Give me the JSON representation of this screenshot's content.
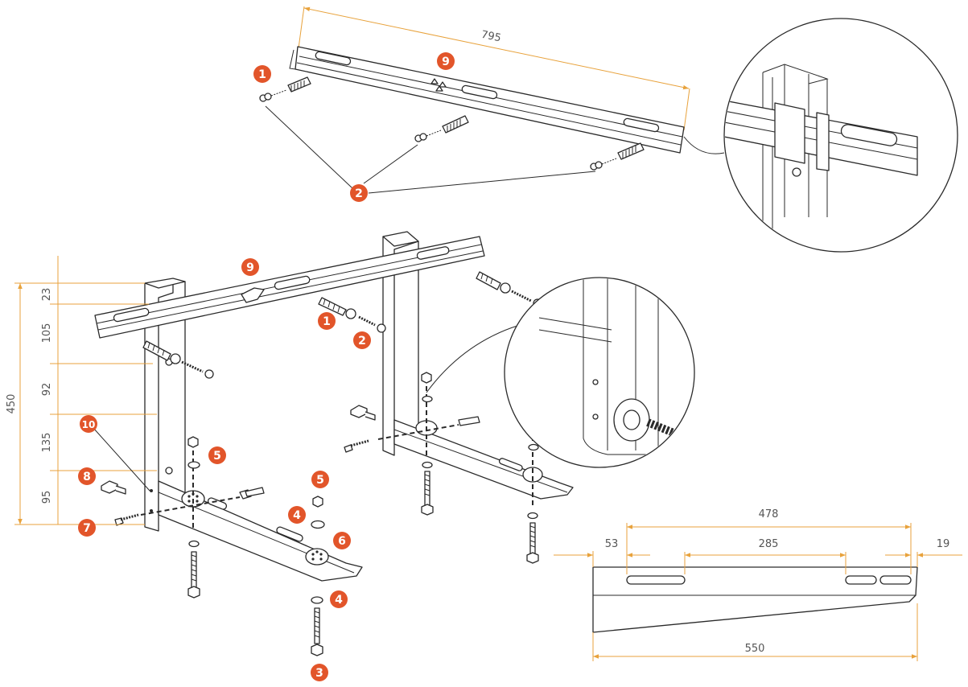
{
  "badges": {
    "one": "1",
    "two": "2",
    "three": "3",
    "four": "4",
    "five": "5",
    "six": "6",
    "seven": "7",
    "eight": "8",
    "nine": "9",
    "ten": "10"
  },
  "dimensions": {
    "top_rail_length": "795",
    "height_total": "450",
    "seg_23": "23",
    "seg_105": "105",
    "seg_92": "92",
    "seg_135": "135",
    "seg_95": "95",
    "arm_478": "478",
    "arm_53": "53",
    "arm_285": "285",
    "arm_19": "19",
    "arm_550": "550"
  },
  "colors": {
    "badge": "#e2552a",
    "dimension": "#e8a23c",
    "stroke": "#2a2a2a"
  }
}
